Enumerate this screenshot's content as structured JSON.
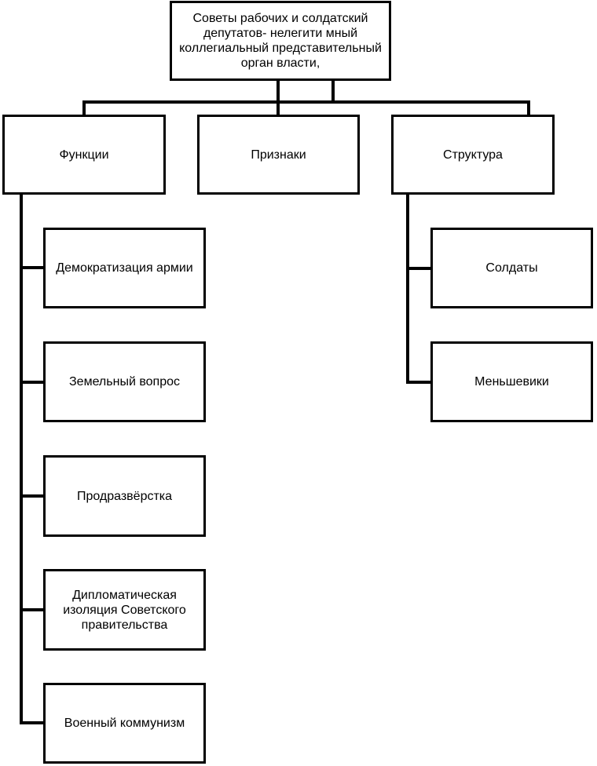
{
  "diagram": {
    "root": {
      "text": "Советы рабочих и солдатский депутатов- нелегити мный коллегиальный представительный орган власти,"
    },
    "functions": {
      "title": "Функции",
      "items": [
        "Демократизация армии",
        "Земельный вопрос",
        "Продразвёрстка",
        "Дипломатическая изоляция Советского правительства",
        "Военный коммунизм"
      ]
    },
    "signs": {
      "title": "Признаки"
    },
    "structure": {
      "title": "Структура",
      "items": [
        "Солдаты",
        "Меньшевики"
      ]
    },
    "colors": {
      "line": "#000000",
      "box_fill": "#ffffff",
      "text": "#000000"
    }
  }
}
